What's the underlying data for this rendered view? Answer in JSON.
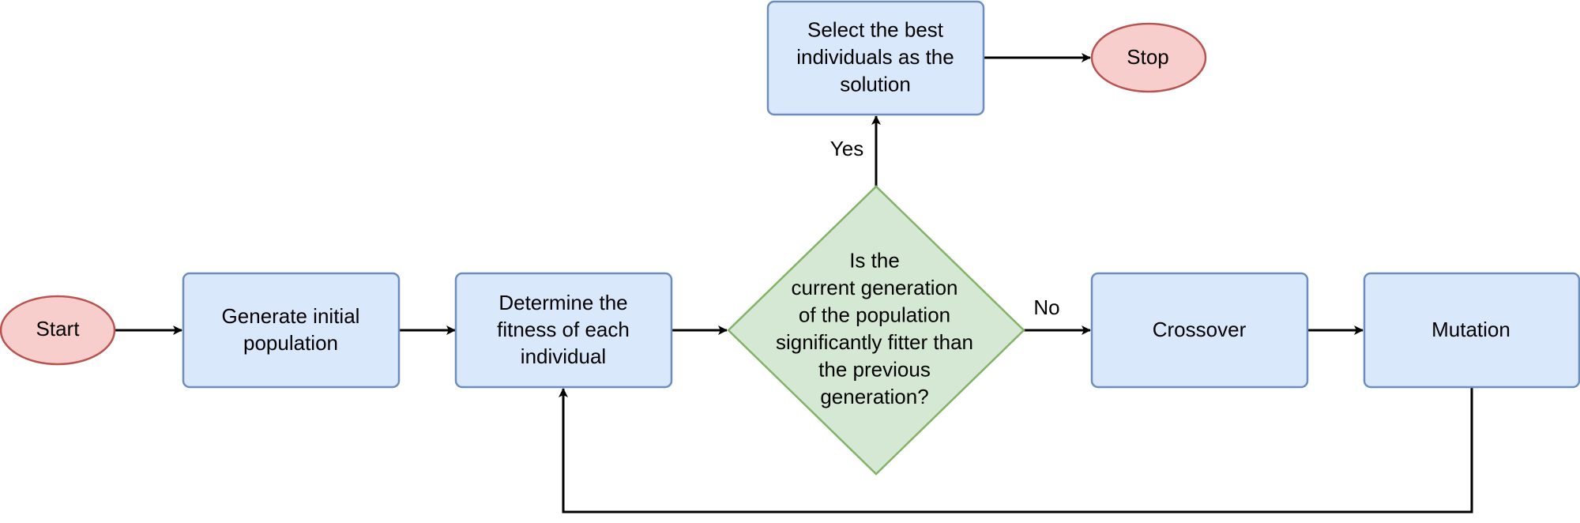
{
  "colors": {
    "terminal_fill": "#f8cecc",
    "terminal_stroke": "#b85450",
    "process_fill": "#dae8fc",
    "process_stroke": "#6c8ebf",
    "decision_fill": "#d5e8d4",
    "decision_stroke": "#82b366",
    "edge": "#000000"
  },
  "nodes": {
    "start": {
      "lines": [
        "Start"
      ]
    },
    "generate": {
      "lines": [
        "Generate initial",
        "population"
      ]
    },
    "fitness": {
      "lines": [
        "Determine the",
        "fitness of each",
        "individual"
      ]
    },
    "decision": {
      "lines": [
        "Is the",
        "current generation",
        "of the population",
        "significantly fitter than",
        "the previous",
        "generation?"
      ]
    },
    "select": {
      "lines": [
        "Select the best",
        "individuals as the",
        "solution"
      ]
    },
    "stop": {
      "lines": [
        "Stop"
      ]
    },
    "crossover": {
      "lines": [
        "Crossover"
      ]
    },
    "mutation": {
      "lines": [
        "Mutation"
      ]
    }
  },
  "edge_labels": {
    "yes": "Yes",
    "no": "No"
  }
}
